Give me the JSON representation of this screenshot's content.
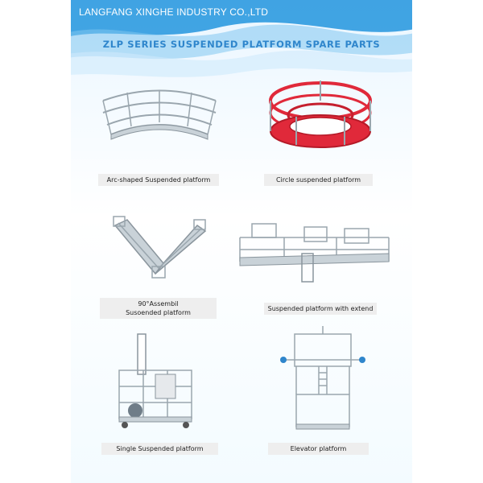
{
  "header": {
    "company": "LANGFANG XINGHE INDUSTRY CO.,LTD",
    "title": "ZLP SERIES SUSPENDED PLATFORM SPARE PARTS"
  },
  "products": [
    {
      "label": "Arc-shaped Suspended platform"
    },
    {
      "label": "Circle suspended platform"
    },
    {
      "label_line1": "90°Assembil",
      "label_line2": "Susoended platform"
    },
    {
      "label": "Suspended platform with extend"
    },
    {
      "label": "Single Suspended platform"
    },
    {
      "label": "Elevator platform"
    }
  ],
  "colors": {
    "accent": "#2f86cc",
    "steel": "#a9b3bb",
    "red_platform": "#e0293a"
  }
}
